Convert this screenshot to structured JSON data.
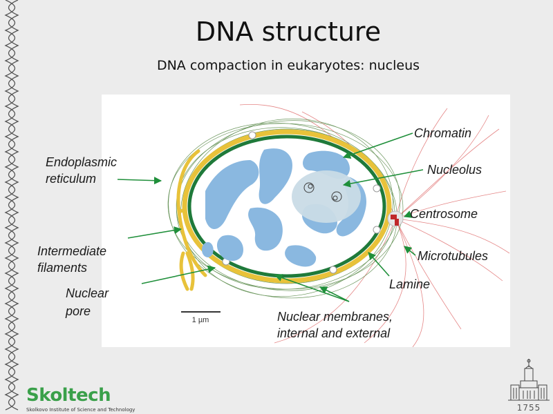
{
  "slide": {
    "title": "DNA structure",
    "subtitle": "DNA compaction in eukaryotes: nucleus"
  },
  "figure": {
    "labels": {
      "chromatin": "Chromatin",
      "nucleolus": "Nucleolus",
      "centrosome": "Centrosome",
      "microtubules": "Microtubules",
      "lamine": "Lamine",
      "endoplasmic_reticulum_line1": "Endoplasmic",
      "endoplasmic_reticulum_line2": "reticulum",
      "intermediate_filaments_line1": "Intermediate",
      "intermediate_filaments_line2": "filaments",
      "nuclear_pore_line1": "Nuclear",
      "nuclear_pore_line2": "pore",
      "nuclear_membranes_line1": "Nuclear membranes,",
      "nuclear_membranes_line2": "internal and external"
    },
    "scale_bar": "1 µm",
    "colors": {
      "chromatin": "#8ab8e0",
      "nucleolus": "#c9dbe6",
      "membrane": "#e8c23a",
      "lamina": "#1f7a3a",
      "filaments": "#5a8a4a",
      "microtubules": "#e07070",
      "arrow": "#1f8f3a"
    }
  },
  "branding": {
    "logo": "Skoltech",
    "tagline": "Skolkovo Institute of Science and Technology",
    "seal_year": "1755"
  }
}
